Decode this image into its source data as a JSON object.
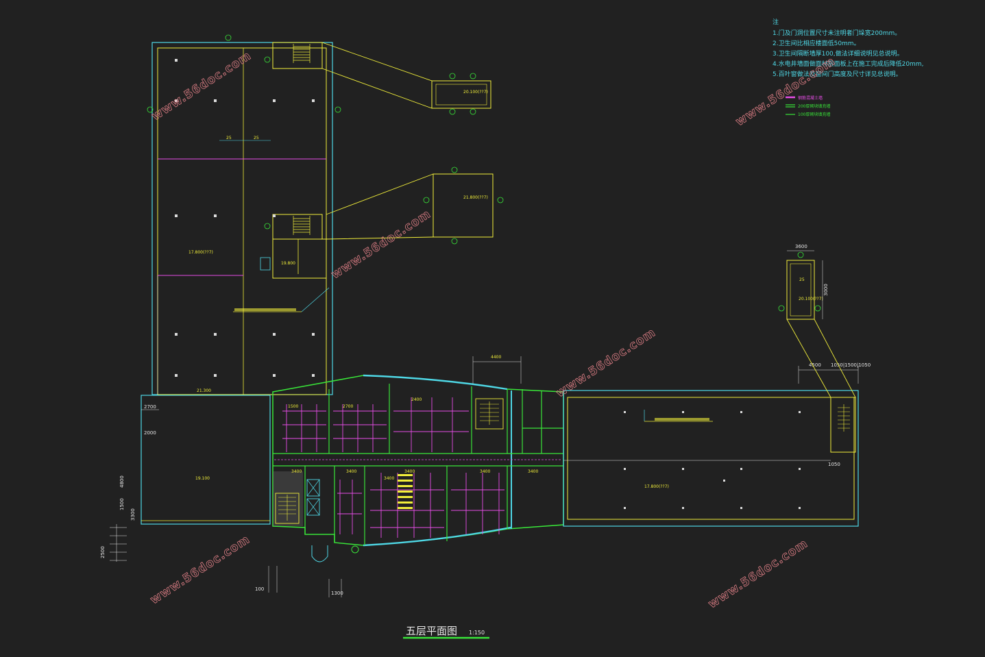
{
  "drawing": {
    "title": "五层平面图",
    "scale": "1:150"
  },
  "notes": {
    "heading": "注",
    "items": [
      "1.门及门洞位置尺寸未注明者门垛宽200mm。",
      "2.卫生间比相应楼面低50mm。",
      "3.卫生间隔断墙厚100,做法详细说明见总说明。",
      "4.水电井墙面做面材层面板上在施工完成后降低20mm,",
      "5.百叶窗做法及窗间门高度及尺寸详见总说明。"
    ]
  },
  "legend": [
    {
      "label": "钢筋混凝土墙",
      "color": "#e84de8"
    },
    {
      "label": "200厚砌块填充墙",
      "color": "#39e639"
    },
    {
      "label": "100厚砌块填充墙",
      "color": "#39e639"
    }
  ],
  "watermarks": [
    "www.56doc.com",
    "www.56doc.com",
    "www.56doc.com",
    "www.56doc.com",
    "www.56doc.com",
    "www.56doc.com"
  ],
  "elevations": {
    "north_roof": "17.800(??7)",
    "stair_box_1": "20.100(??7)",
    "stair_box_2": "21.800(??7)",
    "stair_box_3": "20.100(??7)",
    "east_roof": "17.800(??7)",
    "west_block": "19.100",
    "machine_room": "19.800",
    "north_edge": "21.300"
  },
  "dimensions": {
    "top_4400": "4400",
    "right_4500": "4500",
    "right_group": "1050|1500|1050",
    "right_3600": "3600",
    "right_3000": "3000",
    "stair_right_1050": "1050",
    "left_2700": "2700",
    "left_2000": "2000",
    "left_4800": "4800",
    "left_1500": "1500",
    "left_3300": "3300",
    "left_2500": "2500",
    "bottom_100": "100",
    "bottom_1300": "1300",
    "span_25a": "25",
    "span_25b": "25",
    "span_25c": "25",
    "box_2400": "2400"
  }
}
